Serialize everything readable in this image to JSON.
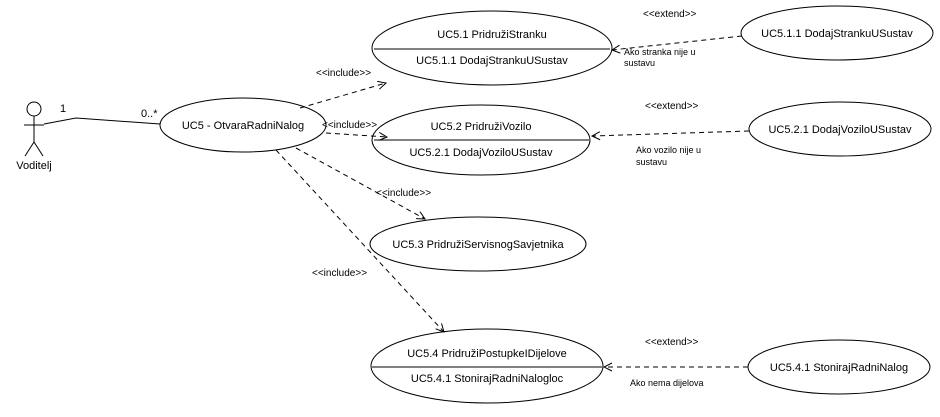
{
  "actor": {
    "name": "Voditelj"
  },
  "association": {
    "actor_multiplicity": "1",
    "usecase_multiplicity": "0..*"
  },
  "use_cases": {
    "uc5": "UC5 - OtvaraRadniNalog",
    "uc51": {
      "title": "UC5.1 PridružiStranku",
      "extension_point": "UC5.1.1 DodajStrankuUSustav"
    },
    "uc52": {
      "title": "UC5.2 PridružiVozilo",
      "extension_point": "UC5.2.1 DodajVoziloUSustav"
    },
    "uc53": "UC5.3 PridružiServisnogSavjetnika",
    "uc54": {
      "title": "UC5.4 PridružiPostupkeIDijelove",
      "extension_point": "UC5.4.1 StonirajRadniNalogloc"
    },
    "uc511": "UC5.1.1 DodajStrankuUSustav",
    "uc521": "UC5.2.1 DodajVoziloUSustav",
    "uc541": "UC5.4.1 StonirajRadniNalog"
  },
  "relations": {
    "include": "<<include>>",
    "extend": "<<extend>>",
    "cond1_line1": "Ako stranka nije u",
    "cond1_line2": "sustavu",
    "cond2_line1": "Ako vozilo nije u",
    "cond2_line2": "sustavu",
    "cond3": "Ako nema dijelova"
  }
}
